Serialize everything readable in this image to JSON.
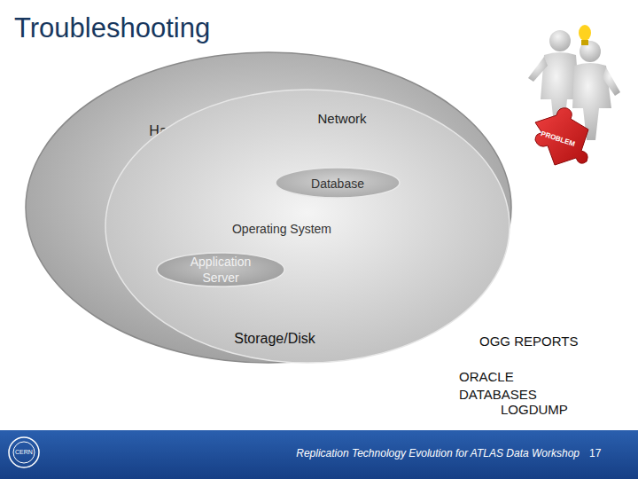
{
  "diagram": {
    "title": "Troubleshooting",
    "nodes": [
      {
        "text": [
          "Hardware"
        ]
      },
      {
        "text": [
          "Network",
          "Operating System",
          "Storage/Disk"
        ],
        "in": 0
      },
      {
        "text": [
          "Database"
        ],
        "in": 1
      },
      {
        "text": [
          "Application Server"
        ],
        "in": 1
      }
    ],
    "labels": [
      "OGG REPORTS",
      "ORACLE DATABASES",
      "LOGDUMP",
      "PROBLEM",
      "CERN",
      "Replication Technology Evolution for ATLAS Data Workshop",
      "17"
    ]
  }
}
